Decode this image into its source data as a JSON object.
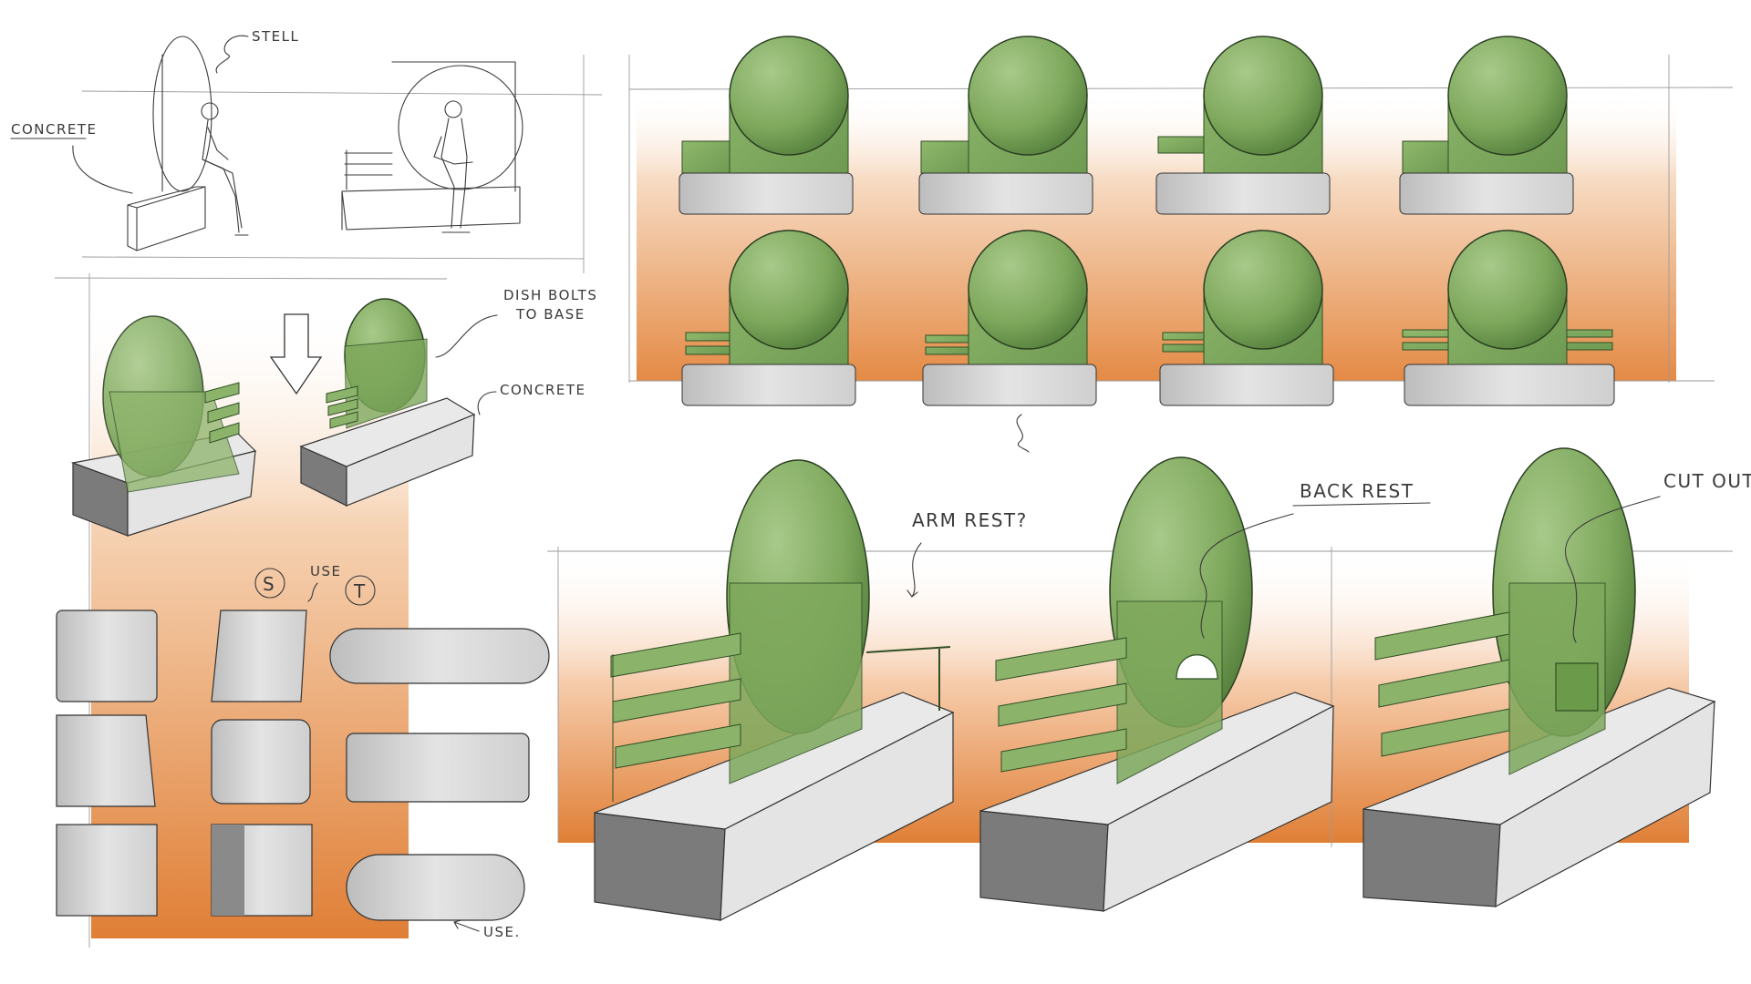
{
  "annotations": {
    "steel": "STELL",
    "concrete_1": "CONCRETE",
    "dish_bolts_line1": "DISH BOLTS",
    "dish_bolts_line2": "TO BASE",
    "concrete_2": "CONCRETE",
    "arm_rest": "ARM REST?",
    "back_rest": "BACK REST",
    "cut_out": "CUT OUT",
    "use": "USE",
    "use_bottom": "USE.",
    "circle_s": "S",
    "circle_t": "T"
  },
  "colors": {
    "green": "#8cb36a",
    "green_dark": "#5c8a45",
    "orange": "#e48a45",
    "concrete_light": "#e9e9ea",
    "concrete_dark": "#7b7b7b",
    "pencil": "#3b3b3b"
  }
}
